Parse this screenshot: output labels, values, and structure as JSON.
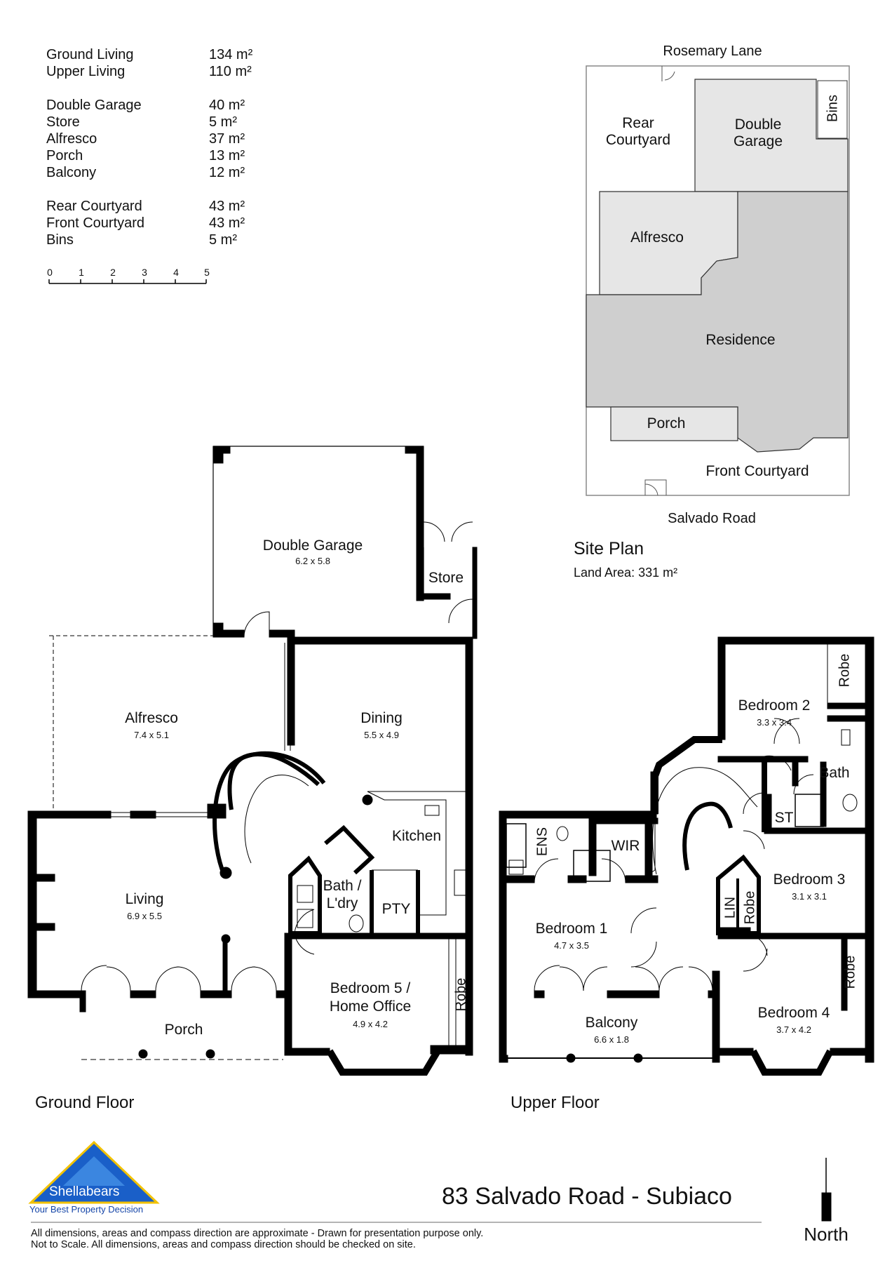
{
  "areas": {
    "groups": [
      [
        {
          "name": "Ground Living",
          "value": "134 m²"
        },
        {
          "name": "Upper Living",
          "value": "110 m²"
        }
      ],
      [
        {
          "name": "Double Garage",
          "value": "40 m²"
        },
        {
          "name": "Store",
          "value": "5 m²"
        },
        {
          "name": "Alfresco",
          "value": "37 m²"
        },
        {
          "name": "Porch",
          "value": "13 m²"
        },
        {
          "name": "Balcony",
          "value": "12 m²"
        }
      ],
      [
        {
          "name": "Rear Courtyard",
          "value": "43 m²"
        },
        {
          "name": "Front Courtyard",
          "value": "43 m²"
        },
        {
          "name": "Bins",
          "value": "5 m²"
        }
      ]
    ]
  },
  "scale_bar": {
    "ticks": [
      "0",
      "1",
      "2",
      "3",
      "4",
      "5"
    ]
  },
  "site_plan": {
    "street_top": "Rosemary Lane",
    "street_bottom": "Salvado Road",
    "title": "Site Plan",
    "land_area": "Land Area: 331 m²",
    "zones": {
      "rear_courtyard": "Rear Courtyard",
      "double_garage": "Double Garage",
      "bins": "Bins",
      "alfresco": "Alfresco",
      "residence": "Residence",
      "porch": "Porch",
      "front_courtyard": "Front Courtyard"
    },
    "colors": {
      "light": "#e6e6e6",
      "mid": "#cfcfcf"
    }
  },
  "ground_floor": {
    "title": "Ground Floor",
    "rooms": {
      "double_garage": {
        "name": "Double Garage",
        "dim": "6.2 x 5.8"
      },
      "store": {
        "name": "Store"
      },
      "alfresco": {
        "name": "Alfresco",
        "dim": "7.4 x 5.1"
      },
      "dining": {
        "name": "Dining",
        "dim": "5.5 x 4.9"
      },
      "kitchen": {
        "name": "Kitchen"
      },
      "living": {
        "name": "Living",
        "dim": "6.9 x 5.5"
      },
      "bath_ldry": {
        "name": "Bath / L'dry"
      },
      "pty": {
        "name": "PTY"
      },
      "bedroom5": {
        "name": "Bedroom 5 / Home Office",
        "dim": "4.9 x 4.2"
      },
      "robe": {
        "name": "Robe"
      },
      "porch": {
        "name": "Porch"
      }
    }
  },
  "upper_floor": {
    "title": "Upper Floor",
    "rooms": {
      "robe_top": {
        "name": "Robe"
      },
      "bedroom2": {
        "name": "Bedroom 2",
        "dim": "3.3 x 3.4"
      },
      "bath": {
        "name": "Bath"
      },
      "st": {
        "name": "ST"
      },
      "ens": {
        "name": "ENS"
      },
      "wir": {
        "name": "WIR"
      },
      "bedroom3": {
        "name": "Bedroom 3",
        "dim": "3.1 x 3.1"
      },
      "lin": {
        "name": "LIN"
      },
      "robe_mid": {
        "name": "Robe"
      },
      "bedroom1": {
        "name": "Bedroom 1",
        "dim": "4.7 x 3.5"
      },
      "robe_right": {
        "name": "Robe"
      },
      "balcony": {
        "name": "Balcony",
        "dim": "6.6 x 1.8"
      },
      "bedroom4": {
        "name": "Bedroom 4",
        "dim": "3.7 x 4.2"
      }
    }
  },
  "branding": {
    "logo": "Shellabears",
    "tagline": "Your Best Property Decision",
    "address": "83 Salvado Road - Subiaco",
    "north": "North",
    "disclaimer_1": "All dimensions, areas and compass direction are approximate - Drawn for presentation purpose only.",
    "disclaimer_2": "Not to Scale. All dimensions, areas and compass direction should be checked on site.",
    "colors": {
      "logo_blue": "#1a5fc8",
      "logo_gold": "#f2c200"
    }
  }
}
